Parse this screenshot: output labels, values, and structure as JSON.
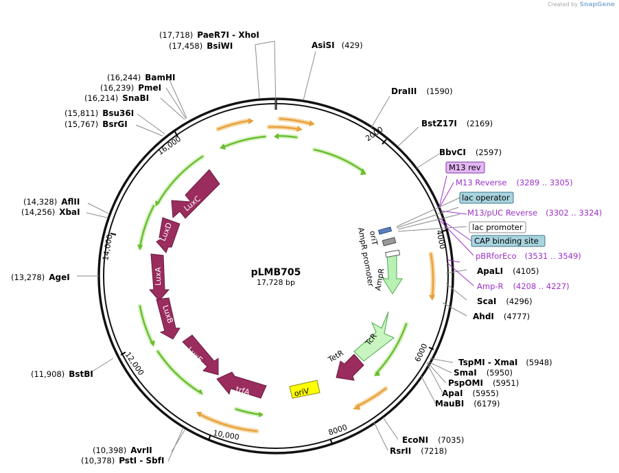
{
  "brand": {
    "created_by": "Created by",
    "app": "SnapGene"
  },
  "plasmid": {
    "name": "pLMB705",
    "size": "17,728 bp"
  },
  "sites": {
    "paer7i": {
      "pos": "(17,718)",
      "name": "PaeR7I",
      "name2": "XhoI"
    },
    "bsiwi": {
      "pos": "(17,458)",
      "name": "BsiWI"
    },
    "asisi": {
      "name": "AsiSI",
      "pos": "(429)"
    },
    "draiii": {
      "name": "DraIII",
      "pos": "(1590)"
    },
    "bstz17i": {
      "name": "BstZ17I",
      "pos": "(2169)"
    },
    "bbvci": {
      "name": "BbvCI",
      "pos": "(2597)"
    },
    "apali": {
      "name": "ApaLI",
      "pos": "(4105)"
    },
    "scai": {
      "name": "ScaI",
      "pos": "(4296)"
    },
    "ahdi": {
      "name": "AhdI",
      "pos": "(4777)"
    },
    "tspmi": {
      "name": "TspMI",
      "name2": "XmaI",
      "pos": "(5948)"
    },
    "smai": {
      "name": "SmaI",
      "pos": "(5950)"
    },
    "pspomi": {
      "name": "PspOMI",
      "pos": "(5951)"
    },
    "apai": {
      "name": "ApaI",
      "pos": "(5955)"
    },
    "maubi": {
      "name": "MauBI",
      "pos": "(6179)"
    },
    "econi": {
      "name": "EcoNI",
      "pos": "(7035)"
    },
    "rsrii": {
      "name": "RsrII",
      "pos": "(7218)"
    },
    "avrii": {
      "pos": "(10,398)",
      "name": "AvrII"
    },
    "psti": {
      "pos": "(10,378)",
      "name": "PstI",
      "name2": "SbfI"
    },
    "bstbi": {
      "pos": "(11,908)",
      "name": "BstBI"
    },
    "agei": {
      "pos": "(13,278)",
      "name": "AgeI"
    },
    "aflii": {
      "pos": "(14,328)",
      "name": "AflII"
    },
    "xbai": {
      "pos": "(14,256)",
      "name": "XbaI"
    },
    "bsu36i": {
      "pos": "(15,811)",
      "name": "Bsu36I"
    },
    "bsrgi": {
      "pos": "(15,767)",
      "name": "BsrGI"
    },
    "bamhi": {
      "pos": "(16,244)",
      "name": "BamHI"
    },
    "pmei": {
      "pos": "(16,239)",
      "name": "PmeI"
    },
    "snabi": {
      "pos": "(16,214)",
      "name": "SnaBI"
    }
  },
  "annotations": {
    "m13_rev": "M13 rev",
    "m13_reverse": "M13 Reverse",
    "m13_reverse_range": "(3289 .. 3305)",
    "lac_operator": "lac operator",
    "m13_puc_reverse": "M13/pUC Reverse",
    "m13_puc_reverse_range": "(3302 .. 3324)",
    "lac_promoter": "lac promoter",
    "cap_site": "CAP binding site",
    "pbrforeco": "pBRforEco",
    "pbrforeco_range": "(3531 .. 3549)",
    "amp_r": "Amp-R",
    "amp_r_range": "(4208 .. 4227)"
  },
  "ticks": [
    "2000",
    "4000",
    "6000",
    "8000",
    "10,000",
    "12,000",
    "14,000",
    "16,000"
  ],
  "features": {
    "luxc": "LuxC",
    "luxd": "LuxD",
    "luxa": "LuxA",
    "luxb": "LuxB",
    "luxe": "LuxE",
    "trfa": "trfA",
    "oriv": "oriV",
    "tcr": "TcR",
    "tetr": "TetR",
    "ampr": "AmpR",
    "ampr_promoter": "AmpR promoter",
    "orit": "oriT"
  },
  "colors": {
    "backbone": "#111111",
    "lux": "#9a2c5e",
    "orange": "#e6a23c",
    "green": "#6abe2e",
    "tcr": "#c8f5c0",
    "ampr": "#b9f0b4",
    "oriv": "#ffff00",
    "m13_box": "#e3b7f5",
    "teal_box": "#a8d4df",
    "purple_text": "#9b2fc7"
  }
}
